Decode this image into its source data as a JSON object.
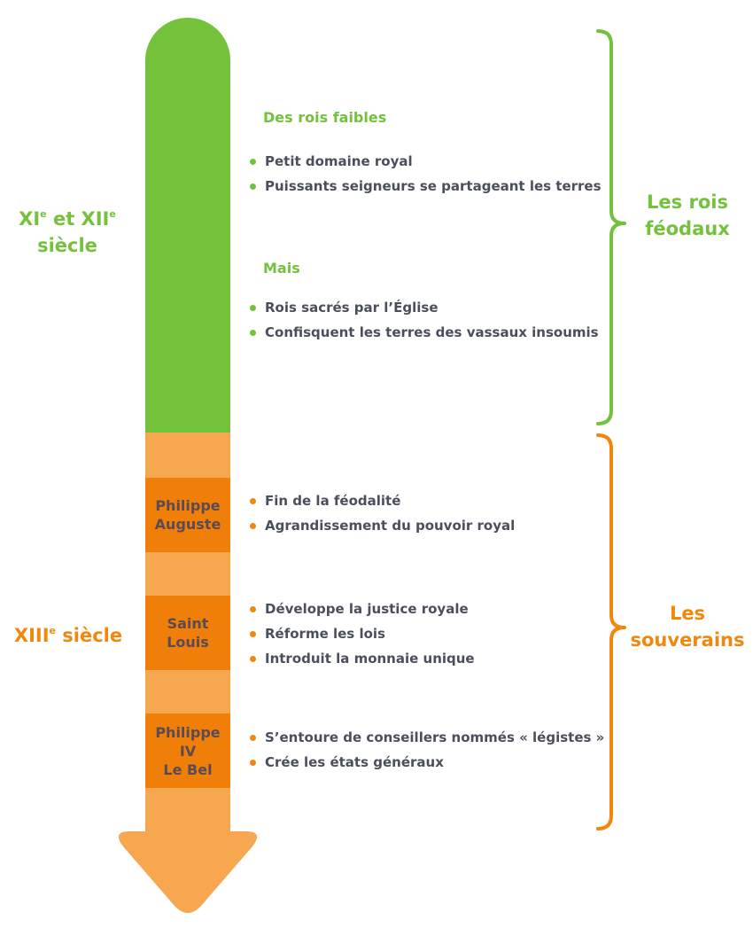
{
  "colors": {
    "green": "#74c23c",
    "orange_light": "#f6a74f",
    "orange_dark": "#f07f0a",
    "bullet_text": "#4b4f5c"
  },
  "periods": {
    "early": {
      "label_line1_a": "XI",
      "label_line1_sup_a": "e",
      "label_line1_b": " et XII",
      "label_line1_sup_b": "e",
      "label_line2": "siècle"
    },
    "late": {
      "label_a": "XIII",
      "label_sup": "e",
      "label_b": " siècle"
    }
  },
  "feudal": {
    "heading_weak": "Des rois faibles",
    "weak_points": [
      "Petit domaine royal",
      "Puissants seigneurs se partageant les terres"
    ],
    "heading_but": "Mais",
    "but_points": [
      "Rois sacrés par l’Église",
      "Confisquent les terres des vassaux insoumis"
    ],
    "group_label_line1": "Les rois",
    "group_label_line2": "féodaux"
  },
  "sovereigns": {
    "kings": [
      {
        "name_lines": [
          "Philippe",
          "Auguste"
        ],
        "points": [
          "Fin de la féodalité",
          "Agrandissement du pouvoir royal"
        ]
      },
      {
        "name_lines": [
          "Saint",
          "Louis"
        ],
        "points": [
          "Développe la justice royale",
          "Réforme les lois",
          "Introduit la monnaie unique"
        ]
      },
      {
        "name_lines": [
          "Philippe",
          "IV",
          "Le Bel"
        ],
        "points": [
          "S’entoure de conseillers nommés « légistes »",
          "Crée les états généraux"
        ]
      }
    ],
    "group_label_line1": "Les",
    "group_label_line2": "souverains"
  }
}
